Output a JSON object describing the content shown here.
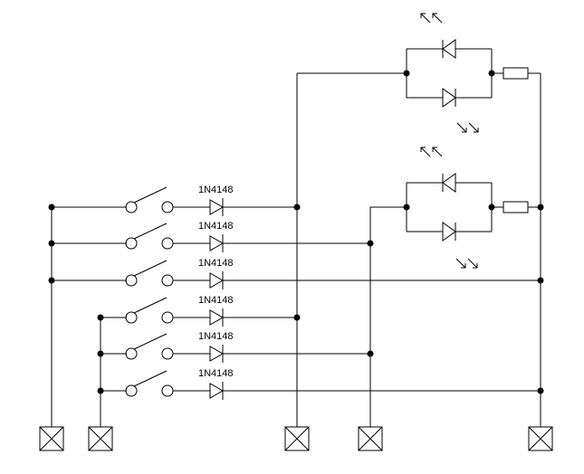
{
  "diagram": {
    "diode_part_number": "1N4148",
    "diode_labels": [
      "1N4148",
      "1N4148",
      "1N4148",
      "1N4148",
      "1N4148",
      "1N4148"
    ]
  }
}
